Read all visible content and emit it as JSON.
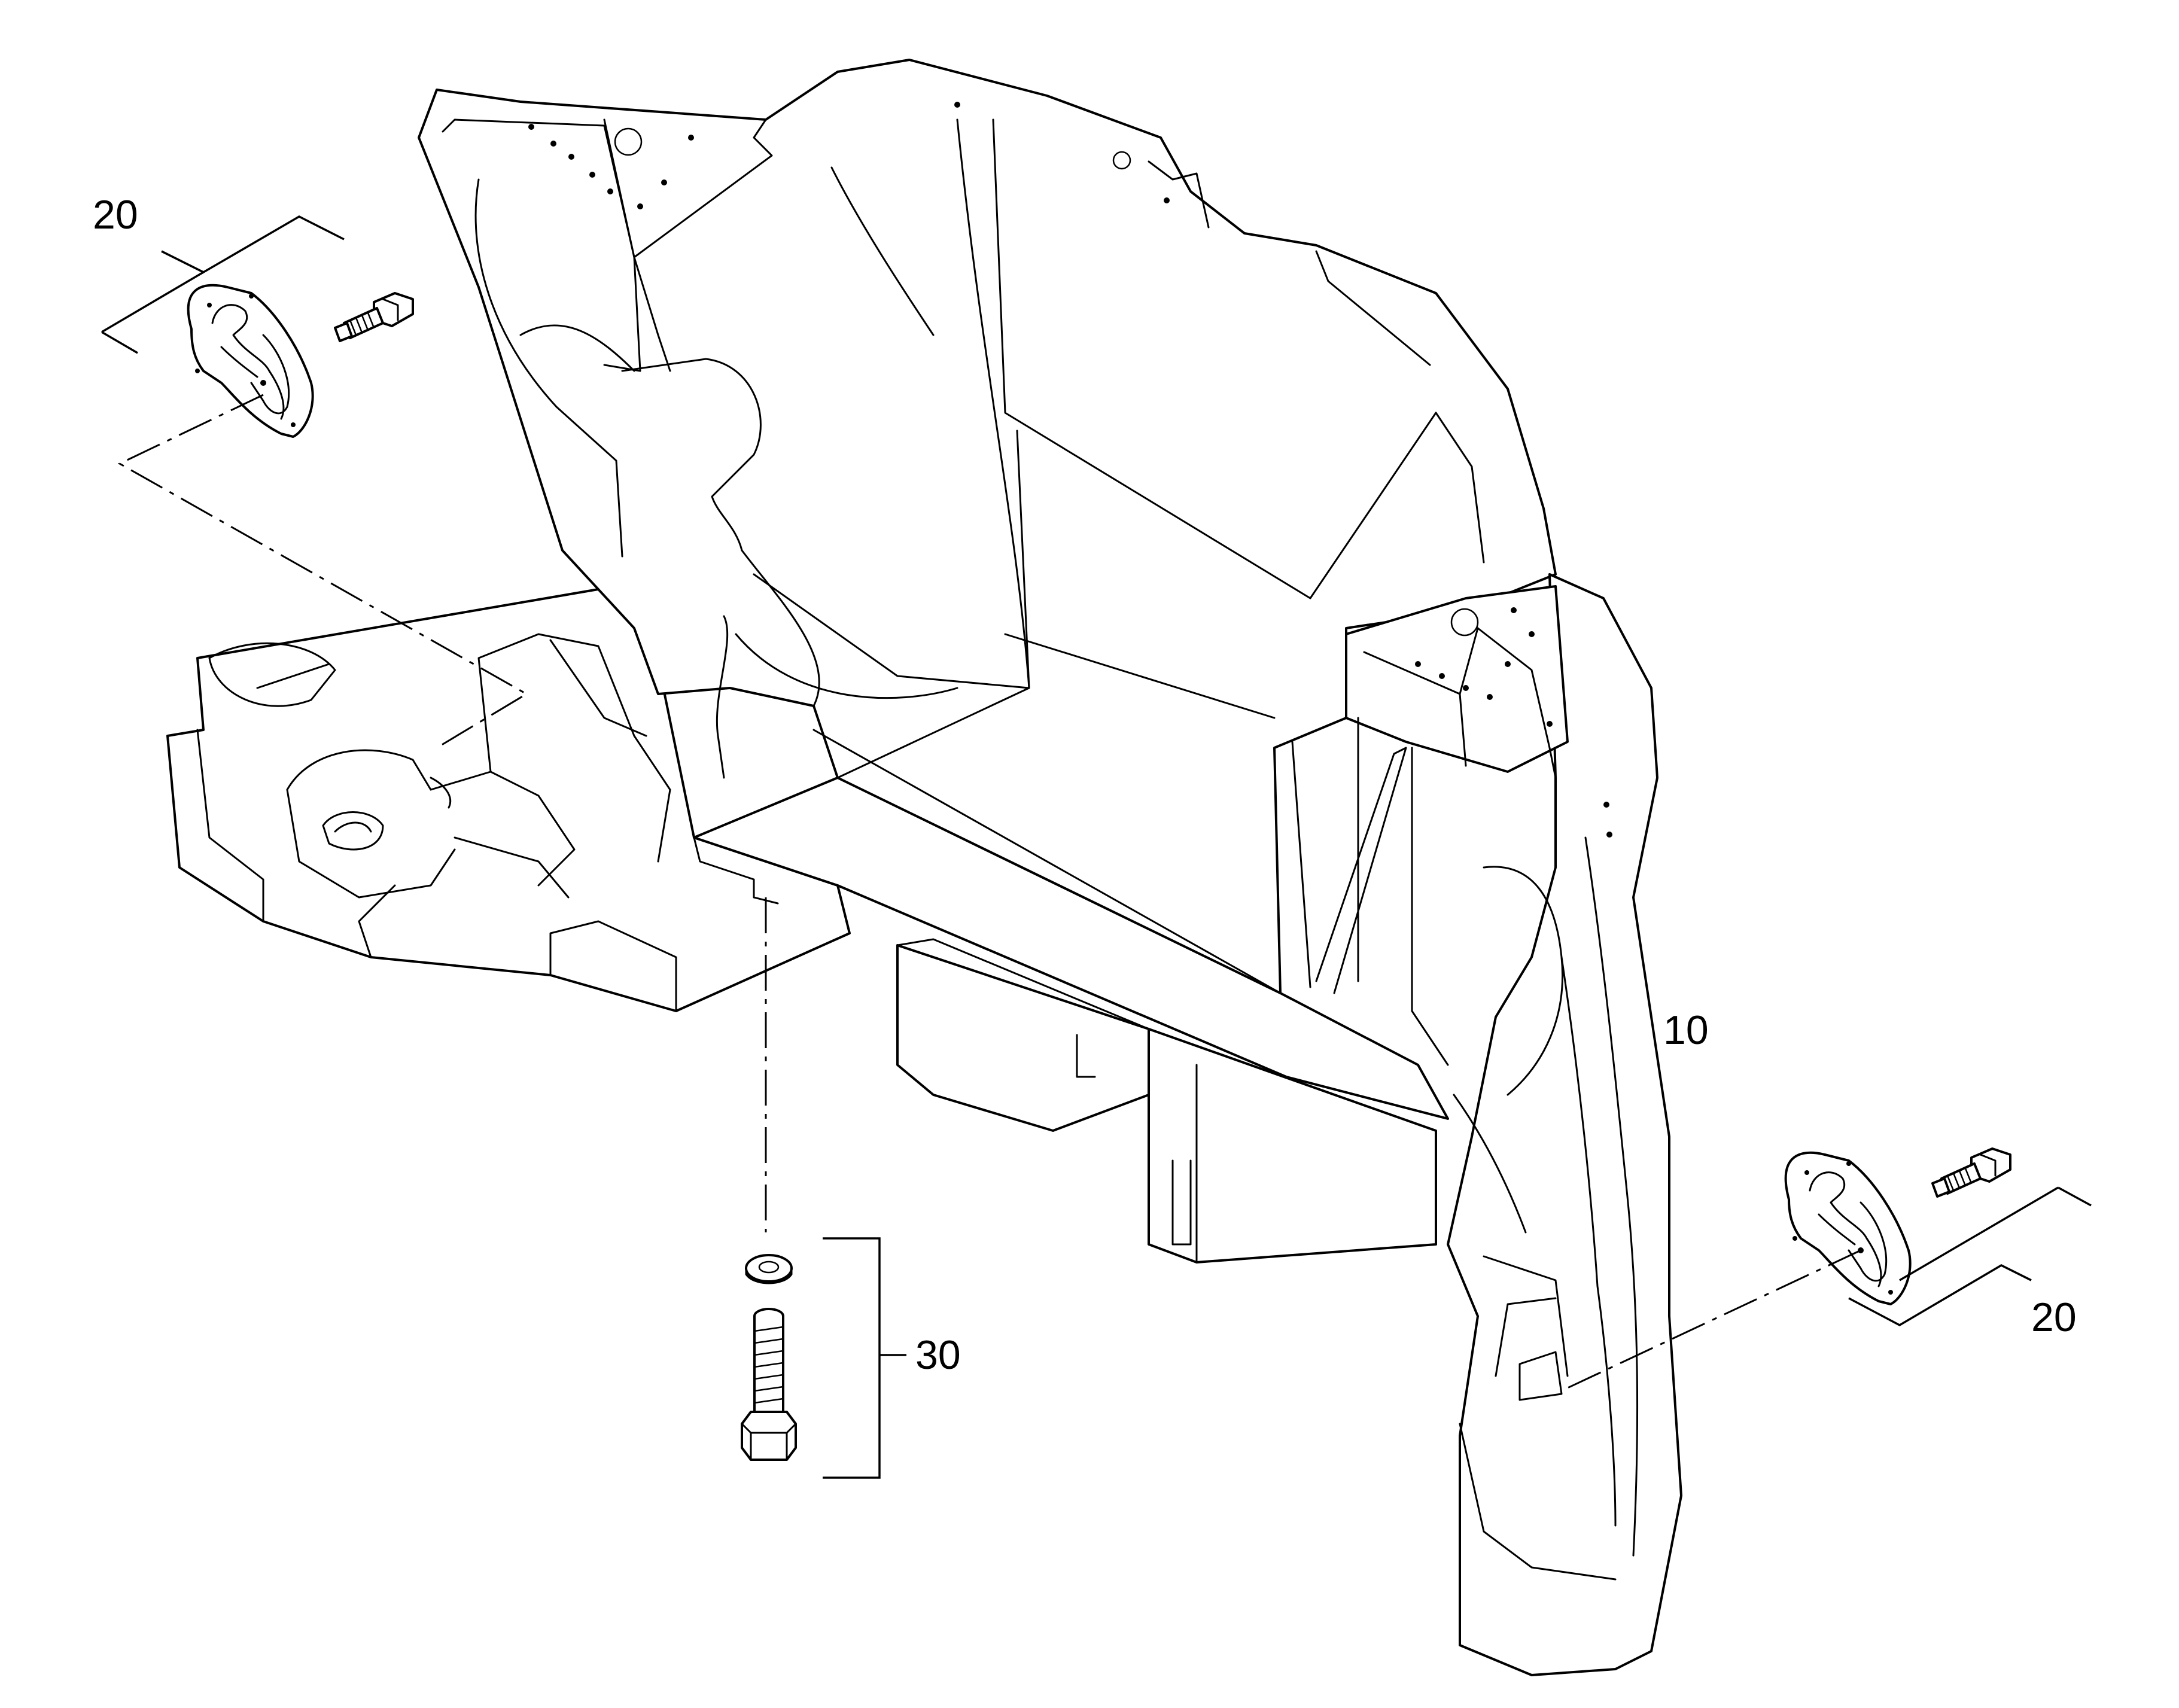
{
  "callouts": {
    "part_10": "10",
    "part_20_left": "20",
    "part_20_right": "20",
    "part_30": "30"
  },
  "colors": {
    "line": "#000000",
    "background": "#ffffff"
  }
}
